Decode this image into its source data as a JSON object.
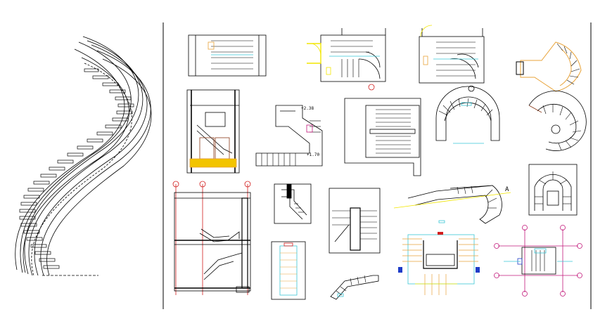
{
  "drawing": {
    "background": "#ffffff",
    "ink": "#000000",
    "accent_orange": "#e8a33a",
    "accent_cyan": "#39c6d6",
    "accent_yellow": "#f2e600",
    "accent_red": "#d21e1e",
    "accent_magenta": "#c2187a"
  },
  "labels": {
    "level_top": "+2.38",
    "level_mid": "+1.70",
    "section_marker": "A"
  }
}
